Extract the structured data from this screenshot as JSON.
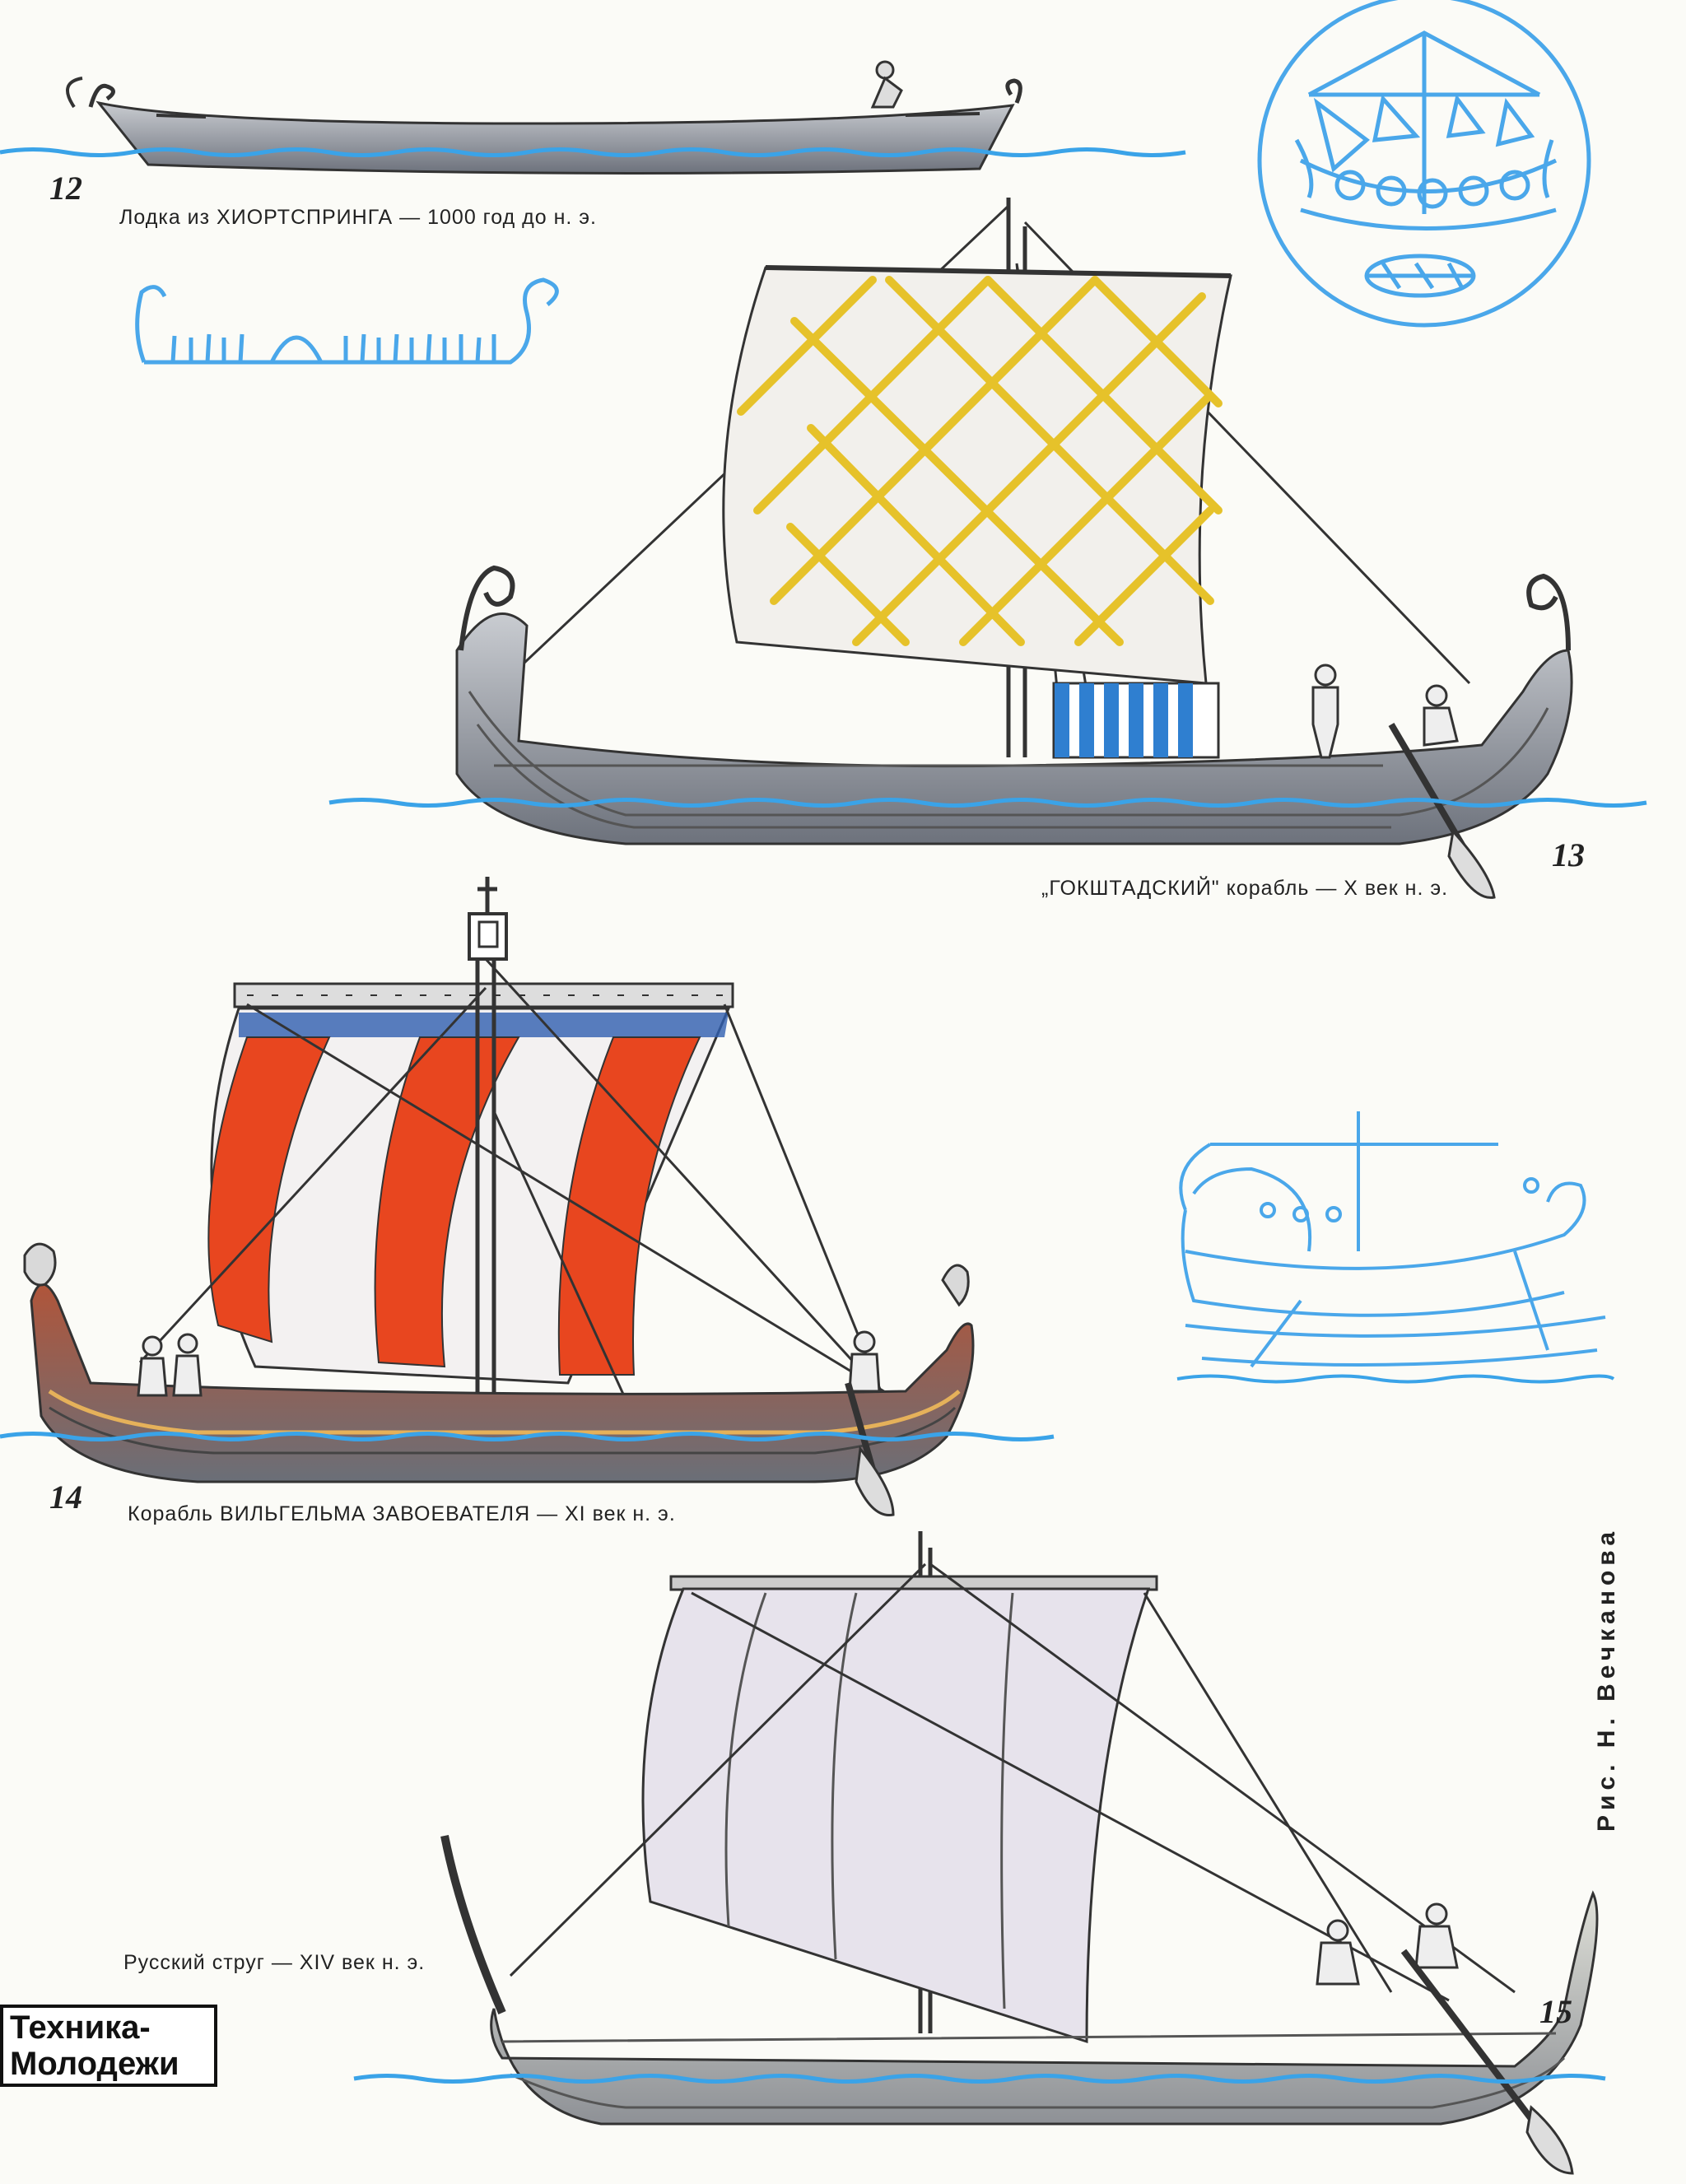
{
  "figures": [
    {
      "number": "12",
      "caption": "Лодка из ХИОРТСПРИНГА — 1000 год до н. э."
    },
    {
      "number": "13",
      "caption": "„ГОКШТАДСКИЙ\" корабль — X век н. э."
    },
    {
      "number": "14",
      "caption": "Корабль ВИЛЬГЕЛЬМА ЗАВОЕВАТЕЛЯ — XI век н. э."
    },
    {
      "number": "15",
      "caption": "Русский струг — XIV век н. э."
    }
  ],
  "credit": "Рис. Н. Вечканова",
  "logo": {
    "line1": "Техника-",
    "line2": "Молодежи"
  },
  "colors": {
    "water": "#3aa3e8",
    "sketch": "#4aa7ea",
    "hull": "#8a8f99",
    "sail_yellow": "#e6c22a",
    "sail_red": "#e8461f",
    "sail_blue": "#2f7fd0"
  }
}
